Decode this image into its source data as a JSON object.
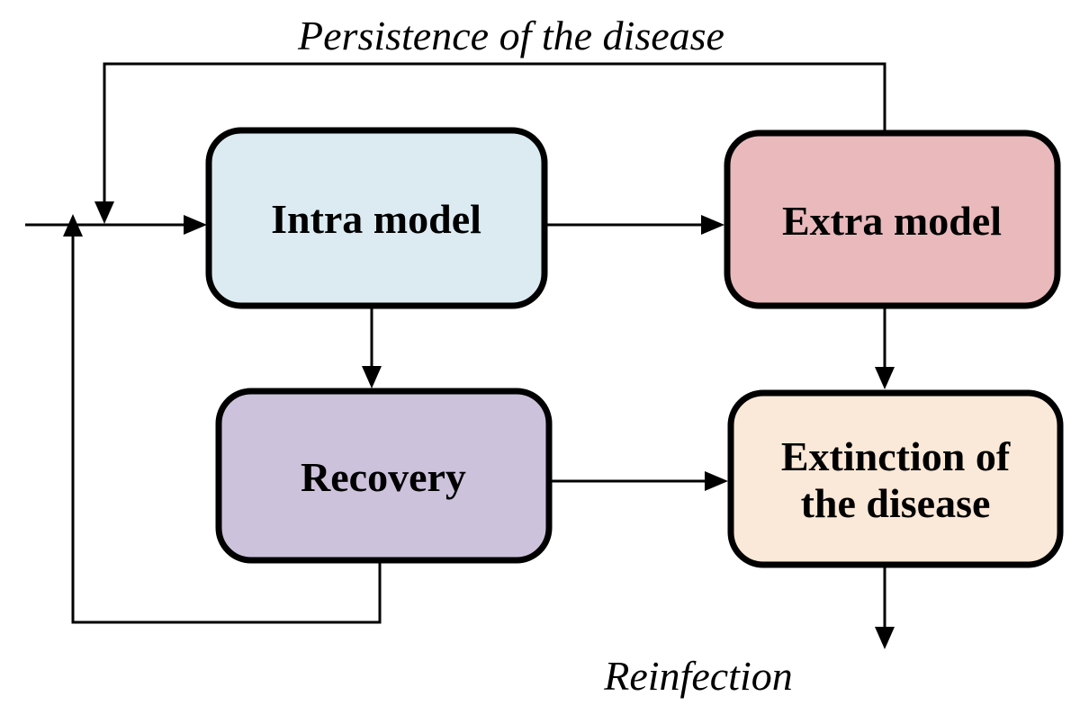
{
  "figure": {
    "type": "flowchart",
    "background": "#ffffff",
    "line_color": "#000000",
    "annotations": {
      "persistence": "Persistence of the disease",
      "reinfection": "Reinfection"
    },
    "nodes": {
      "intra": {
        "label": "Intra model",
        "fill": "#dcebf2"
      },
      "extra": {
        "label": "Extra model",
        "fill": "#e9b9bc"
      },
      "recovery": {
        "label": "Recovery",
        "fill": "#cdc2db"
      },
      "extinction": {
        "label_line1": "Extinction of",
        "label_line2": "the disease",
        "fill": "#fae8d8"
      }
    },
    "edges": [
      {
        "from": "external-input",
        "to": "intra"
      },
      {
        "from": "intra",
        "to": "extra"
      },
      {
        "from": "intra",
        "to": "recovery"
      },
      {
        "from": "extra",
        "to": "extinction"
      },
      {
        "from": "recovery",
        "to": "extinction"
      },
      {
        "from": "extra",
        "to": "intra-entry",
        "label": "Persistence of the disease"
      },
      {
        "from": "recovery",
        "to": "intra-entry"
      },
      {
        "from": "extinction",
        "to": "external-output",
        "label": "Reinfection"
      }
    ]
  }
}
